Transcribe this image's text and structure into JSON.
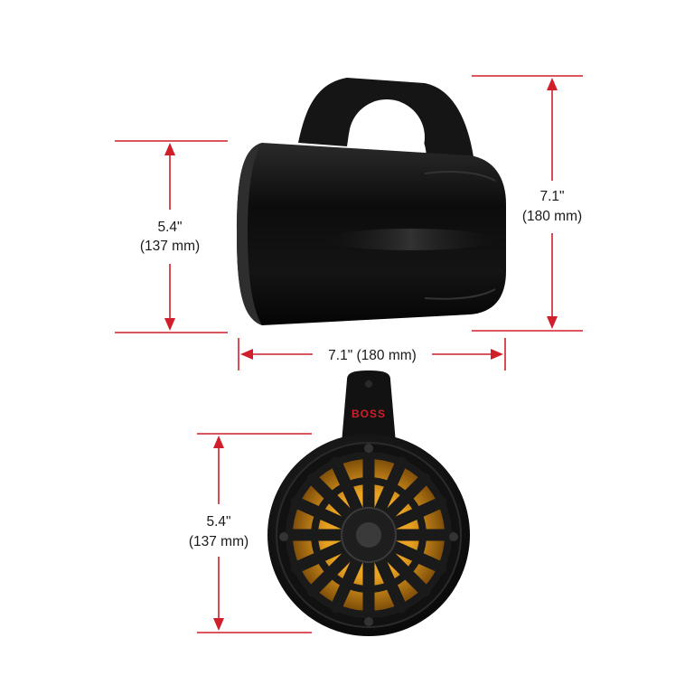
{
  "dimensions": {
    "side_height": {
      "value": "5.4\"",
      "metric": "(137 mm)"
    },
    "total_height": {
      "value": "7.1\"",
      "metric": "(180 mm)"
    },
    "depth": {
      "label": "7.1\" (180 mm)"
    },
    "front_diameter": {
      "value": "5.4\"",
      "metric": "(137 mm)"
    }
  },
  "logo": {
    "text": "BOSS"
  },
  "colors": {
    "dimension_line": "#d01f2a",
    "speaker_body": "#121212",
    "led_glow": "#e8a020"
  }
}
